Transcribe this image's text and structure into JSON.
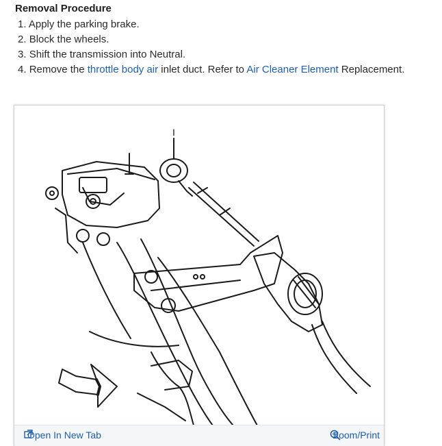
{
  "procedure": {
    "title": "Removal Procedure",
    "steps": [
      {
        "num": "1.",
        "text": "Apply the parking brake."
      },
      {
        "num": "2.",
        "text": "Block the wheels."
      },
      {
        "num": "3.",
        "text": "Shift the transmission into Neutral."
      },
      {
        "num": "4.",
        "pre": "Remove the",
        "link1": "throttle body air",
        "mid": "inlet duct. Refer to",
        "link2": "Air Cleaner Element",
        "post": "Replacement."
      }
    ]
  },
  "figure": {
    "callout": "I",
    "open_tab_label": "Open In New Tab",
    "zoom_label": "Zoom/Print",
    "open_tab_icon": "open-in-new-tab-icon",
    "zoom_icon": "zoom-in-icon"
  },
  "colors": {
    "link": "#1f5ea8",
    "caption_bg": "#f4f6f8"
  }
}
